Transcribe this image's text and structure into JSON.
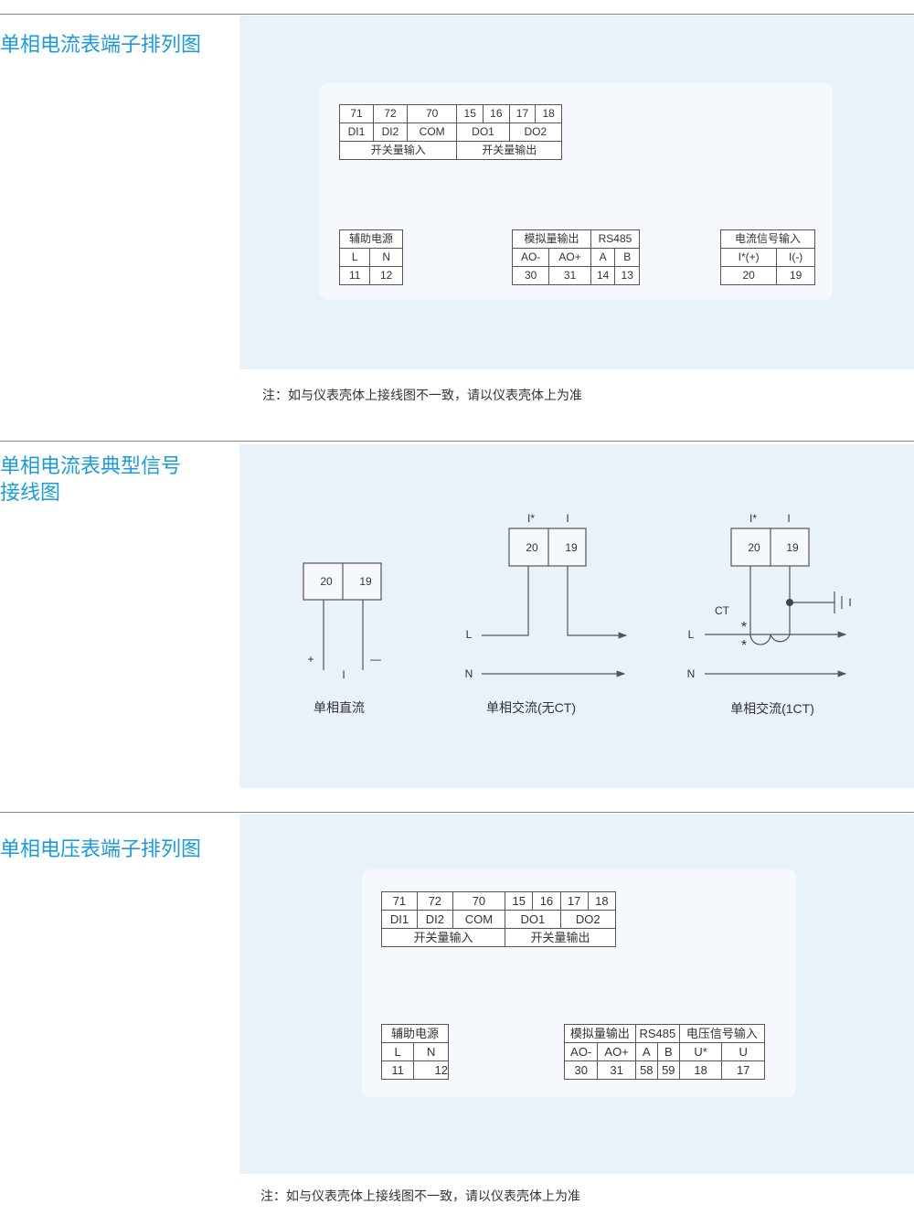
{
  "section1": {
    "title": "单相电流表端子排列图",
    "top_table": {
      "nums": [
        "71",
        "72",
        "70",
        "15",
        "16",
        "17",
        "18"
      ],
      "sig": [
        "DI1",
        "DI2",
        "COM",
        "DO1",
        "DO2"
      ],
      "groups": [
        "开关量输入",
        "开关量输出"
      ]
    },
    "aux": {
      "header": "辅助电源",
      "cols": [
        "L",
        "N"
      ],
      "nums": [
        "11",
        "12"
      ]
    },
    "comm": {
      "headers": [
        "模拟量输出",
        "RS485"
      ],
      "cols": [
        "AO-",
        "AO+",
        "A",
        "B"
      ],
      "nums": [
        "30",
        "31",
        "14",
        "13"
      ]
    },
    "input": {
      "header": "电流信号输入",
      "cols": [
        "I*(+)",
        "I(-)"
      ],
      "nums": [
        "20",
        "19"
      ]
    },
    "note": "注：如与仪表壳体上接线图不一致，请以仪表壳体上为准"
  },
  "section2": {
    "title_line1": "单相电流表典型信号",
    "title_line2": "接线图",
    "dc": {
      "t1": "20",
      "t2": "19",
      "plus": "+",
      "minus": "—",
      "i": "I",
      "caption": "单相直流"
    },
    "ac": {
      "l1": "I*",
      "l2": "I",
      "t1": "20",
      "t2": "19",
      "L": "L",
      "N": "N",
      "caption": "单相交流(无CT)"
    },
    "ct": {
      "l1": "I*",
      "l2": "I",
      "t1": "20",
      "t2": "19",
      "ct": "CT",
      "star1": "*",
      "star2": "*",
      "gnd": "I",
      "L": "L",
      "N": "N",
      "caption": "单相交流(1CT)"
    }
  },
  "section3": {
    "title": "单相电压表端子排列图",
    "top_table": {
      "nums": [
        "71",
        "72",
        "70",
        "15",
        "16",
        "17",
        "18"
      ],
      "sig": [
        "DI1",
        "DI2",
        "COM",
        "DO1",
        "DO2"
      ],
      "groups": [
        "开关量输入",
        "开关量输出"
      ]
    },
    "aux": {
      "header": "辅助电源",
      "cols": [
        "L",
        "N"
      ],
      "nums": [
        "11",
        "12"
      ]
    },
    "comm": {
      "headers": [
        "模拟量输出",
        "RS485",
        "电压信号输入"
      ],
      "cols": [
        "AO-",
        "AO+",
        "A",
        "B",
        "U*",
        "U"
      ],
      "nums": [
        "30",
        "31",
        "58",
        "59",
        "18",
        "17"
      ]
    },
    "note": "注：如与仪表壳体上接线图不一致，请以仪表壳体上为准"
  }
}
